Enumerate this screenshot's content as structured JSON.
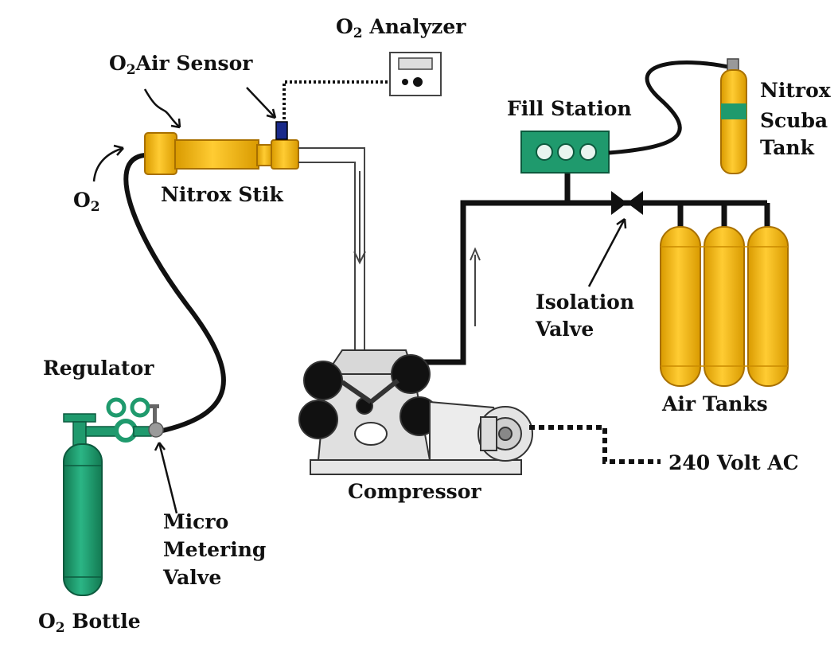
{
  "colors": {
    "oxygen_green": "#1f9a6d",
    "air_yellow": "#f4b400",
    "air_yellow_dark": "#c98a00",
    "line": "#111111",
    "outline": "#555555"
  },
  "labels": {
    "o2_analyzer": {
      "o2_sym": "O",
      "o2_sub": "2",
      "text": "Analyzer"
    },
    "o2_air_sensor": {
      "o2_sym": "O",
      "o2_sub": "2",
      "text": "Air Sensor"
    },
    "o2_input": {
      "o2_sym": "O",
      "o2_sub": "2"
    },
    "nitrox_stik": "Nitrox Stik",
    "fill_station": "Fill Station",
    "nitrox_scuba_tank": [
      "Nitrox",
      "Scuba",
      "Tank"
    ],
    "isolation_valve": [
      "Isolation",
      "Valve"
    ],
    "air_tanks": "Air Tanks",
    "regulator": "Regulator",
    "compressor": "Compressor",
    "power": "240 Volt AC",
    "micro_metering_valve": [
      "Micro",
      "Metering",
      "Valve"
    ],
    "o2_bottle": {
      "o2_sym": "O",
      "o2_sub": "2",
      "text": "Bottle"
    }
  }
}
